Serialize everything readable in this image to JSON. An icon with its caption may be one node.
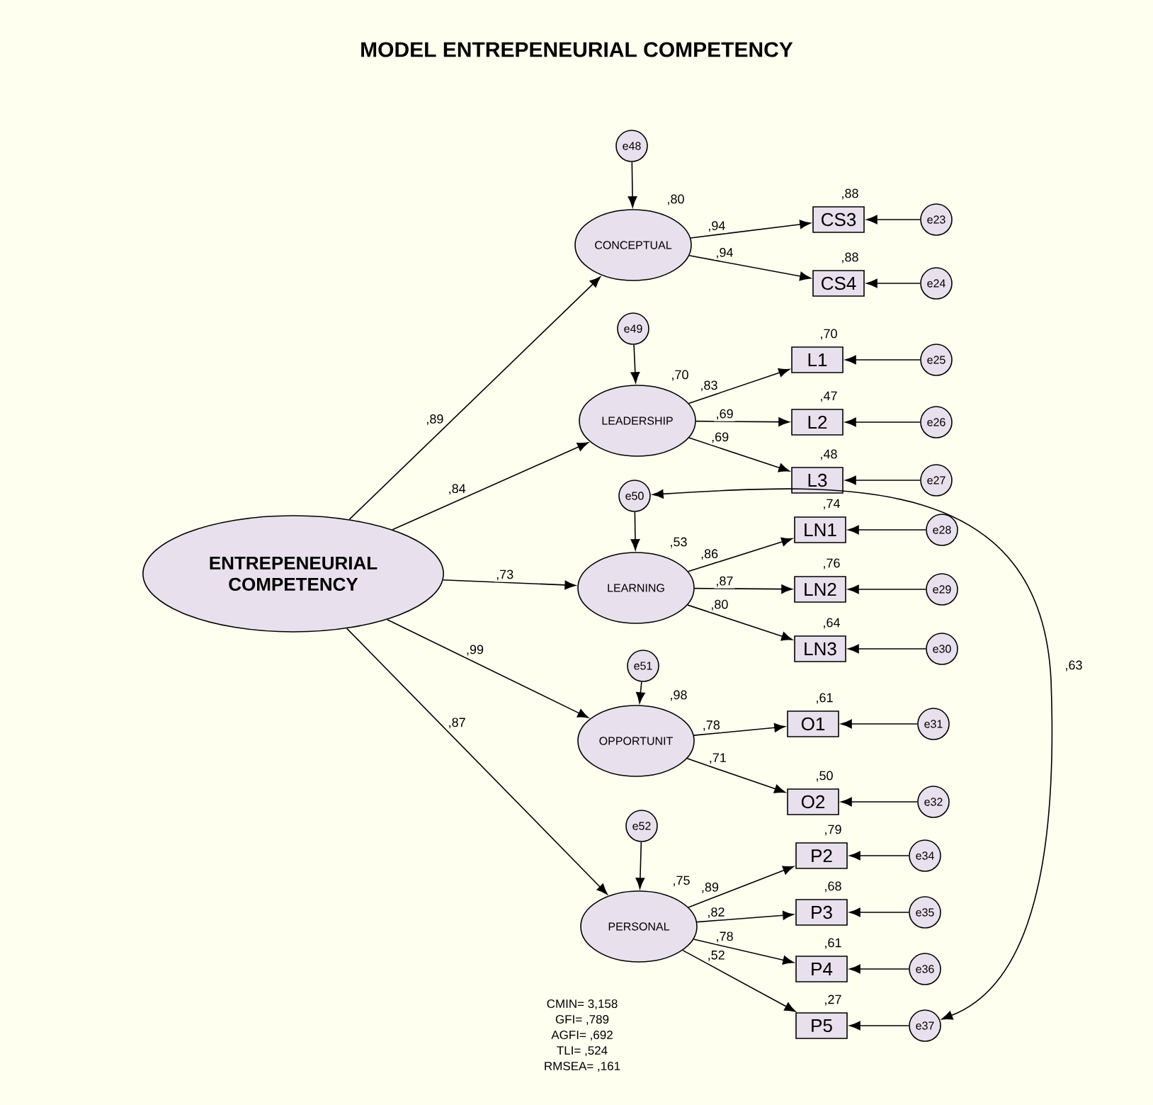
{
  "diagram": {
    "title": "MODEL ENTREPENEURIAL COMPETENCY",
    "nodes": [
      {
        "text": [
          "ENTREPENEURIAL COMPETENCY"
        ]
      },
      {
        "text": [
          "e48"
        ]
      },
      {
        "text": [
          "CONCEPTUAL"
        ],
        "beside": [
          ",80"
        ]
      },
      {
        "text": [
          "CS3"
        ],
        "beside": [
          ",88"
        ]
      },
      {
        "text": [
          "e23"
        ]
      },
      {
        "text": [
          "CS4"
        ],
        "beside": [
          ",88"
        ]
      },
      {
        "text": [
          "e24"
        ]
      },
      {
        "text": [
          "e49"
        ]
      },
      {
        "text": [
          "LEADERSHIP"
        ],
        "beside": [
          ",70"
        ]
      },
      {
        "text": [
          "L1"
        ],
        "beside": [
          ",70"
        ]
      },
      {
        "text": [
          "e25"
        ]
      },
      {
        "text": [
          "L2"
        ],
        "beside": [
          ",47"
        ]
      },
      {
        "text": [
          "e26"
        ]
      },
      {
        "text": [
          "L3"
        ],
        "beside": [
          ",48"
        ]
      },
      {
        "text": [
          "e27"
        ]
      },
      {
        "text": [
          "e50"
        ]
      },
      {
        "text": [
          "LEARNING"
        ],
        "beside": [
          ",53"
        ]
      },
      {
        "text": [
          "LN1"
        ],
        "beside": [
          ",74"
        ]
      },
      {
        "text": [
          "e28"
        ]
      },
      {
        "text": [
          "LN2"
        ],
        "beside": [
          ",76"
        ]
      },
      {
        "text": [
          "e29"
        ]
      },
      {
        "text": [
          "LN3"
        ],
        "beside": [
          ",64"
        ]
      },
      {
        "text": [
          "e30"
        ]
      },
      {
        "text": [
          "e51"
        ]
      },
      {
        "text": [
          "OPPORTUNIT"
        ],
        "beside": [
          ",98"
        ]
      },
      {
        "text": [
          "O1"
        ],
        "beside": [
          ",61"
        ]
      },
      {
        "text": [
          "e31"
        ]
      },
      {
        "text": [
          "O2"
        ],
        "beside": [
          ",50"
        ]
      },
      {
        "text": [
          "e32"
        ]
      },
      {
        "text": [
          "e52"
        ]
      },
      {
        "text": [
          "PERSONAL"
        ],
        "beside": [
          ",75"
        ]
      },
      {
        "text": [
          "P2"
        ],
        "beside": [
          ",79"
        ]
      },
      {
        "text": [
          "e34"
        ]
      },
      {
        "text": [
          "P3"
        ],
        "beside": [
          ",68"
        ]
      },
      {
        "text": [
          "e35"
        ]
      },
      {
        "text": [
          "P4"
        ],
        "beside": [
          ",61"
        ]
      },
      {
        "text": [
          "e36"
        ]
      },
      {
        "text": [
          "P5"
        ],
        "beside": [
          ",27"
        ]
      },
      {
        "text": [
          "e37"
        ]
      }
    ],
    "edges": [
      {
        "from": 0,
        "to": 2,
        "arrow": "to",
        "label": ",89"
      },
      {
        "from": 0,
        "to": 8,
        "arrow": "to",
        "label": ",84"
      },
      {
        "from": 0,
        "to": 16,
        "arrow": "to",
        "label": ",73"
      },
      {
        "from": 0,
        "to": 24,
        "arrow": "to",
        "label": ",99"
      },
      {
        "from": 0,
        "to": 30,
        "arrow": "to",
        "label": ",87"
      },
      {
        "from": 1,
        "to": 2,
        "arrow": "to"
      },
      {
        "from": 2,
        "to": 3,
        "arrow": "to",
        "label": ",94"
      },
      {
        "from": 2,
        "to": 5,
        "arrow": "to",
        "label": ",94"
      },
      {
        "from": 4,
        "to": 3,
        "arrow": "to"
      },
      {
        "from": 6,
        "to": 5,
        "arrow": "to"
      },
      {
        "from": 7,
        "to": 8,
        "arrow": "to"
      },
      {
        "from": 8,
        "to": 9,
        "arrow": "to",
        "label": ",83"
      },
      {
        "from": 8,
        "to": 11,
        "arrow": "to",
        "label": ",69"
      },
      {
        "from": 8,
        "to": 13,
        "arrow": "to",
        "label": ",69"
      },
      {
        "from": 10,
        "to": 9,
        "arrow": "to"
      },
      {
        "from": 12,
        "to": 11,
        "arrow": "to"
      },
      {
        "from": 14,
        "to": 13,
        "arrow": "to"
      },
      {
        "from": 15,
        "to": 16,
        "arrow": "to"
      },
      {
        "from": 16,
        "to": 17,
        "arrow": "to",
        "label": ",86"
      },
      {
        "from": 16,
        "to": 19,
        "arrow": "to",
        "label": ",87"
      },
      {
        "from": 16,
        "to": 21,
        "arrow": "to",
        "label": ",80"
      },
      {
        "from": 18,
        "to": 17,
        "arrow": "to"
      },
      {
        "from": 20,
        "to": 19,
        "arrow": "to"
      },
      {
        "from": 22,
        "to": 21,
        "arrow": "to"
      },
      {
        "from": 23,
        "to": 24,
        "arrow": "to"
      },
      {
        "from": 24,
        "to": 25,
        "arrow": "to",
        "label": ",78"
      },
      {
        "from": 24,
        "to": 27,
        "arrow": "to",
        "label": ",71"
      },
      {
        "from": 26,
        "to": 25,
        "arrow": "to"
      },
      {
        "from": 28,
        "to": 27,
        "arrow": "to"
      },
      {
        "from": 29,
        "to": 30,
        "arrow": "to"
      },
      {
        "from": 30,
        "to": 31,
        "arrow": "to",
        "label": ",89"
      },
      {
        "from": 30,
        "to": 33,
        "arrow": "to",
        "label": ",82"
      },
      {
        "from": 30,
        "to": 35,
        "arrow": "to",
        "label": ",78"
      },
      {
        "from": 30,
        "to": 37,
        "arrow": "to",
        "label": ",52"
      },
      {
        "from": 32,
        "to": 31,
        "arrow": "to"
      },
      {
        "from": 34,
        "to": 33,
        "arrow": "to"
      },
      {
        "from": 36,
        "to": 35,
        "arrow": "to"
      },
      {
        "from": 38,
        "to": 37,
        "arrow": "to"
      },
      {
        "from": 15,
        "to": 38,
        "arrow": "both",
        "label": ",63"
      }
    ],
    "labels": [
      "CMIN= 3,158",
      "GFI= ,789",
      "AGFI= ,692",
      "TLI= ,524",
      "RMSEA= ,161"
    ]
  }
}
